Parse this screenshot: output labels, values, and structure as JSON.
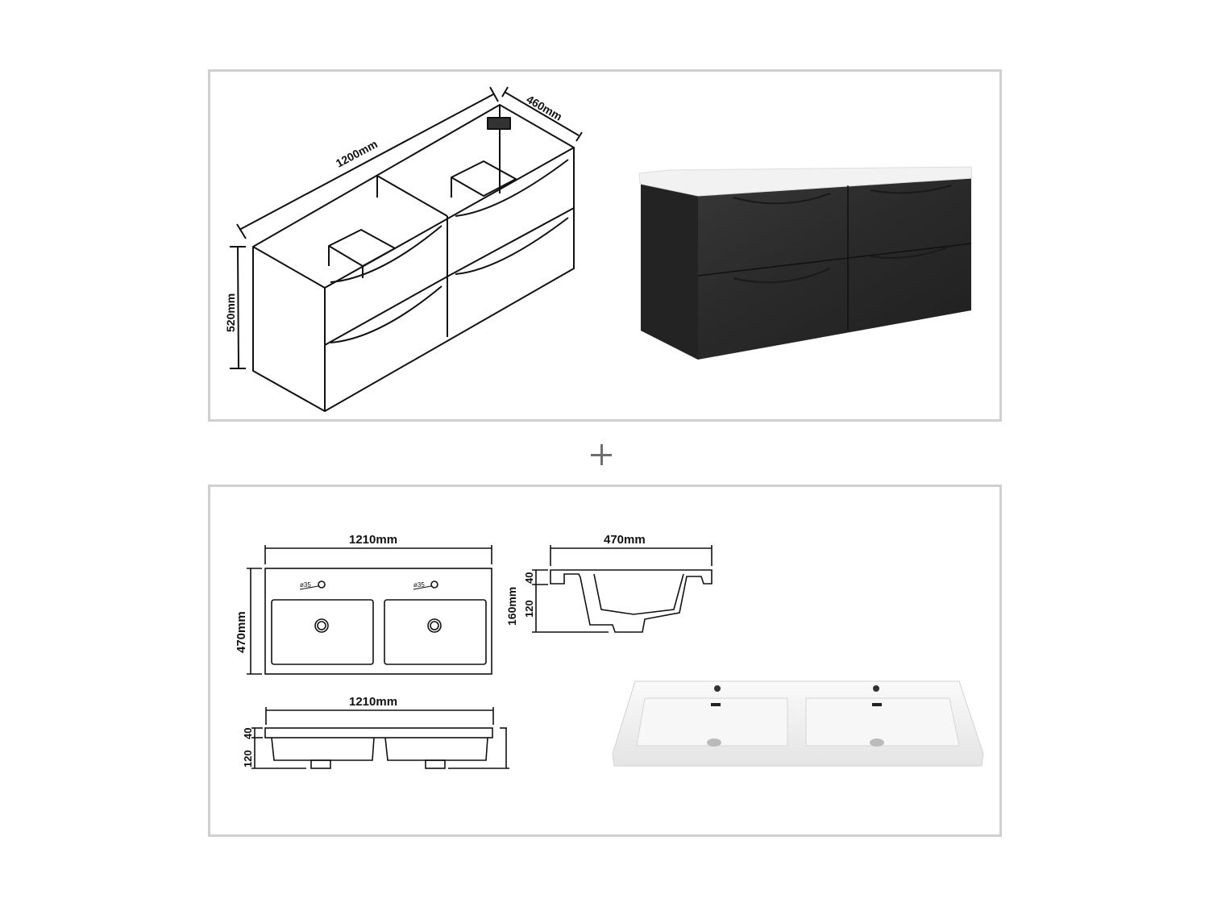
{
  "cabinet_drawing": {
    "width_label": "1200mm",
    "depth_label": "460mm",
    "height_label": "520mm"
  },
  "cabinet_photo": {
    "finish_color": "#2b2b2b",
    "top_color": "#f2f2f2",
    "drawers": 4
  },
  "separator": {
    "symbol": "plus-icon"
  },
  "basin_top_view": {
    "width_label": "1210mm",
    "depth_label": "470mm",
    "tap_hole_left": "ø35",
    "tap_hole_right": "ø35"
  },
  "basin_side_section": {
    "depth_label": "470mm",
    "total_height_label": "160mm",
    "rim_label": "40",
    "bowl_label": "120"
  },
  "basin_front_view": {
    "width_label": "1210mm",
    "rim_label": "40",
    "bowl_label": "120"
  },
  "basin_photo": {
    "color": "#f4f4f4",
    "bowls": 2
  }
}
